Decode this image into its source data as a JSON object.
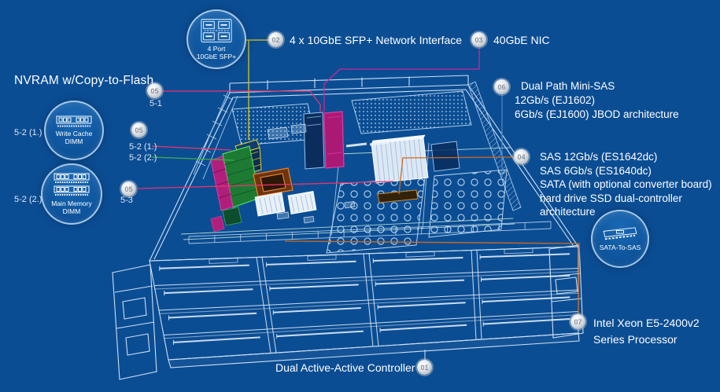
{
  "title": "NVRAM w/Copy-to-Flash",
  "colors": {
    "yellow": "#d8c41f",
    "magenta": "#c42a96",
    "pink": "#e8336e",
    "green": "#3fae49",
    "orange": "#cf6a1f",
    "blue": "#4f86c6",
    "gray_line": "#cfe3f5",
    "background": "#0b4d93",
    "wireframe": "#d7e7f7"
  },
  "callouts": {
    "c01": {
      "num": "01",
      "label": "Dual Active-Active Controller"
    },
    "c02": {
      "num": "02",
      "label": "4 x 10GbE SFP+ Network Interface"
    },
    "c03": {
      "num": "03",
      "label": "40GbE NIC"
    },
    "c04": {
      "num": "04",
      "lines": [
        "SAS 12Gb/s (ES1642dc)",
        "SAS 6Gb/s (ES1640dc)",
        "SATA (with optional converter board)",
        "hard drive SSD dual-controller",
        "architecture"
      ]
    },
    "c05a": {
      "num": "05",
      "sub": "5-1"
    },
    "c05b": {
      "num": "05",
      "sub1": "5-2 (1.)",
      "sub2": "5-2 (2.)"
    },
    "c05c": {
      "num": "05",
      "sub": "5-3"
    },
    "c06": {
      "num": "06",
      "lines": [
        "Dual Path Mini-SAS",
        "12Gb/s (EJ1602)",
        "6Gb/s (EJ1600) JBOD architecture"
      ]
    },
    "c07": {
      "num": "07",
      "lines": [
        "Intel Xeon E5-2400v2",
        "Series Processor"
      ]
    }
  },
  "insets": {
    "sfp": {
      "lines": [
        "4 Port",
        "10GbE SFP+"
      ]
    },
    "write_cache": {
      "side_label": "5-2 (1.)",
      "lines": [
        "Write Cache",
        "DIMM"
      ]
    },
    "main_memory": {
      "side_label": "5-2 (2.)",
      "lines": [
        "Main Memory",
        "DIMM"
      ]
    },
    "sata_to_sas": {
      "label": "SATA-To-SAS"
    }
  }
}
